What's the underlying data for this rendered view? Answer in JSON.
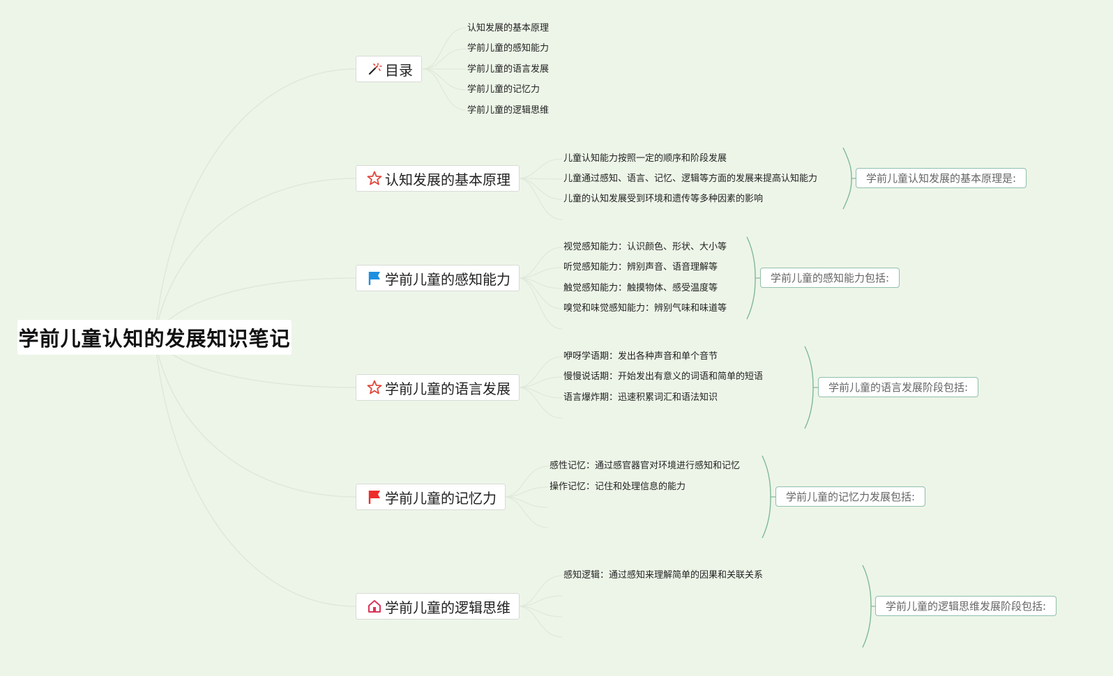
{
  "root": {
    "title": "学前儿童认知的发展知识笔记"
  },
  "branches": [
    {
      "label": "目录",
      "icon": "wand-icon",
      "items": [
        "认知发展的基本原理",
        "学前儿童的感知能力",
        "学前儿童的语言发展",
        "学前儿童的记忆力",
        "学前儿童的逻辑思维"
      ],
      "summary": ""
    },
    {
      "label": "认知发展的基本原理",
      "icon": "star-icon",
      "items": [
        "儿童认知能力按照一定的顺序和阶段发展",
        "儿童通过感知、语言、记忆、逻辑等方面的发展来提高认知能力",
        "儿童的认知发展受到环境和遗传等多种因素的影响"
      ],
      "summary": "学前儿童认知发展的基本原理是:"
    },
    {
      "label": "学前儿童的感知能力",
      "icon": "blue-flag-icon",
      "items": [
        "视觉感知能力：认识颜色、形状、大小等",
        "听觉感知能力：辨别声音、语音理解等",
        "触觉感知能力：触摸物体、感受温度等",
        "嗅觉和味觉感知能力：辨别气味和味道等"
      ],
      "summary": "学前儿童的感知能力包括:"
    },
    {
      "label": "学前儿童的语言发展",
      "icon": "star-icon",
      "items": [
        "咿呀学语期：发出各种声音和单个音节",
        "慢慢说话期：开始发出有意义的词语和简单的短语",
        "语言爆炸期：迅速积累词汇和语法知识"
      ],
      "summary": "学前儿童的语言发展阶段包括:"
    },
    {
      "label": "学前儿童的记忆力",
      "icon": "red-flag-icon",
      "items": [
        "感性记忆：通过感官器官对环境进行感知和记忆",
        "操作记忆：记住和处理信息的能力"
      ],
      "summary": "学前儿童的记忆力发展包括:"
    },
    {
      "label": "学前儿童的逻辑思维",
      "icon": "home-icon",
      "items": [
        "感知逻辑：通过感知来理解简单的因果和关联关系"
      ],
      "summary": "学前儿童的逻辑思维发展阶段包括:"
    }
  ],
  "colors": {
    "background": "#edf5e8",
    "link": "#dfe9da",
    "bracket": "#7fb89a",
    "star": "#e0463c",
    "blue_flag": "#1d8fe0",
    "red_flag": "#ee2c2c",
    "home": "#d9365a"
  }
}
